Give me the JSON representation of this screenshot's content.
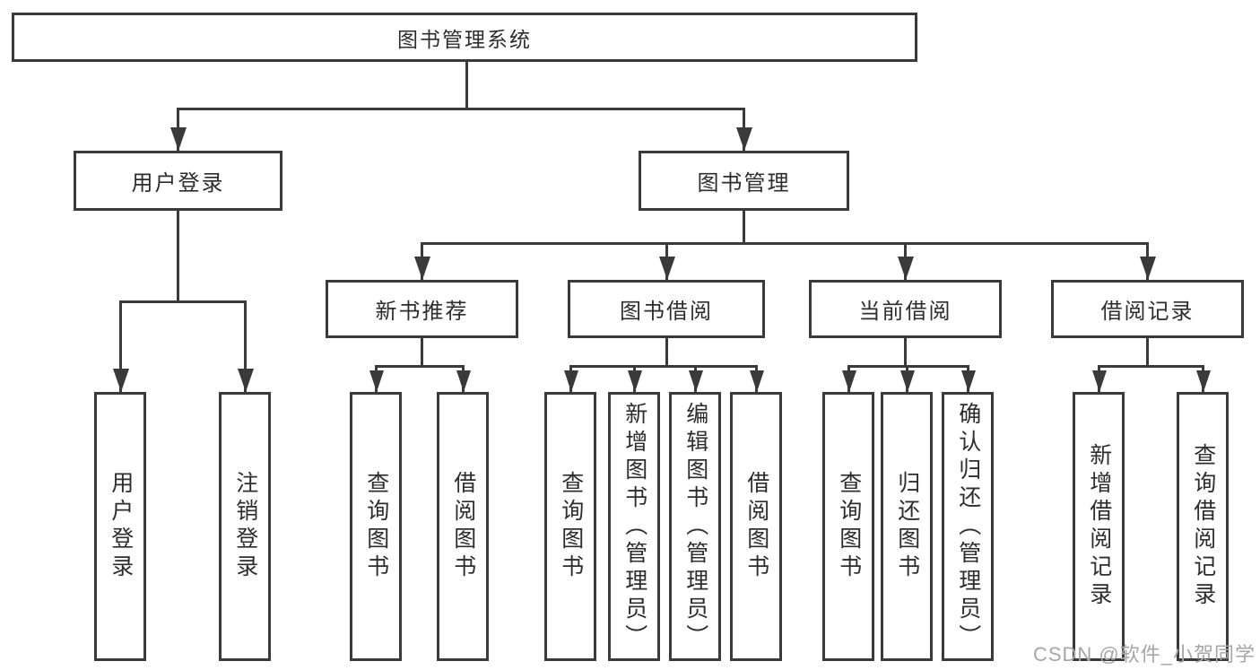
{
  "diagram": {
    "title_note": "function structure chart",
    "root": {
      "label": "图书管理系统",
      "children": [
        {
          "label": "用户登录",
          "children": [
            {
              "label": "用户登录"
            },
            {
              "label": "注销登录"
            }
          ]
        },
        {
          "label": "图书管理",
          "children": [
            {
              "label": "新书推荐",
              "children": [
                {
                  "label": "查询图书"
                },
                {
                  "label": "借阅图书"
                }
              ]
            },
            {
              "label": "图书借阅",
              "children": [
                {
                  "label": "查询图书"
                },
                {
                  "label": "新增图书（管理员）"
                },
                {
                  "label": "编辑图书（管理员）"
                },
                {
                  "label": "借阅图书"
                }
              ]
            },
            {
              "label": "当前借阅",
              "children": [
                {
                  "label": "查询图书"
                },
                {
                  "label": "归还图书"
                },
                {
                  "label": "确认归还（管理员）"
                }
              ]
            },
            {
              "label": "借阅记录",
              "children": [
                {
                  "label": "新增借阅记录"
                },
                {
                  "label": "查询借阅记录"
                }
              ]
            }
          ]
        }
      ]
    }
  },
  "watermark": {
    "text": "CSDN @软件_小贺同学"
  },
  "colors": {
    "line": "#3a3a3a",
    "text": "#2d2d2d",
    "watermark": "#a6a6a6",
    "background": "#ffffff"
  }
}
